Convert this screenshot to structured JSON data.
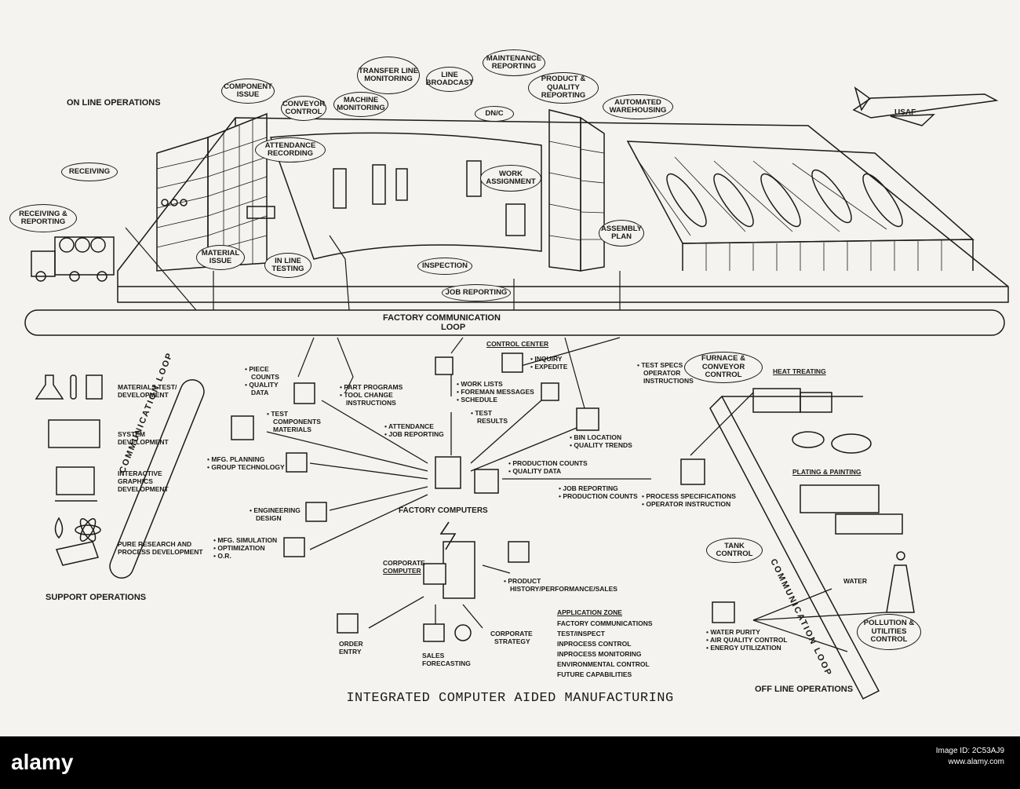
{
  "figure": {
    "title": "INTEGRATED COMPUTER AIDED MANUFACTURING",
    "on_line_operations": "ON LINE OPERATIONS",
    "off_line_operations": "OFF LINE OPERATIONS",
    "support_operations": "SUPPORT OPERATIONS",
    "factory_loop": "FACTORY COMMUNICATION",
    "factory_loop_2": "LOOP",
    "communication_loop_left": "COMMUNICATION LOOP",
    "communication_loop_right": "COMMUNICATION LOOP",
    "aircraft_marking": "USAF"
  },
  "bubbles": {
    "receiving_reporting": "RECEIVING & REPORTING",
    "receiving": "RECEIVING",
    "component_issue": "COMPONENT ISSUE",
    "conveyor_control": "CONVEYOR CONTROL",
    "attendance_recording": "ATTENDANCE RECORDING",
    "machine_monitoring": "MACHINE MONITORING",
    "transfer_line": "TRANSFER LINE MONITORING",
    "line_broadcast": "LINE BROADCAST",
    "dnc": "DN/C",
    "maintenance_reporting": "MAINTENANCE REPORTING",
    "product_quality": "PRODUCT & QUALITY REPORTING",
    "automated_warehousing": "AUTOMATED WAREHOUSING",
    "work_assignment": "WORK ASSIGNMENT",
    "material_issue": "MATERIAL ISSUE",
    "in_line_testing": "IN LINE TESTING",
    "inspection": "INSPECTION",
    "job_reporting": "JOB REPORTING",
    "assembly_plan": "ASSEMBLY PLAN",
    "furnace_conveyor": "FURNACE & CONVEYOR CONTROL",
    "tank_control": "TANK CONTROL",
    "pollution_control": "POLLUTION & UTILITIES CONTROL"
  },
  "center": {
    "control_center": "CONTROL CENTER",
    "inquiry": "• INQUIRY",
    "expedite": "• EXPEDITE",
    "work_lists": "• WORK LISTS",
    "foreman_messages": "• FOREMAN MESSAGES",
    "schedule": "• SCHEDULE",
    "test_results_1": "• TEST",
    "test_results_2": "RESULTS",
    "piece_counts_1": "• PIECE",
    "piece_counts_2": "COUNTS",
    "quality_data_1": "• QUALITY",
    "quality_data_2": "DATA",
    "part_programs": "• PART PROGRAMS",
    "tool_change_1": "• TOOL CHANGE",
    "tool_change_2": "INSTRUCTIONS",
    "test_components_1": "• TEST",
    "test_components_2": "COMPONENTS",
    "test_components_3": "MATERIALS",
    "attendance": "• ATTENDANCE",
    "job_reporting": "• JOB REPORTING",
    "test_specs_1": "• TEST SPECS",
    "test_specs_2": "OPERATOR",
    "test_specs_3": "INSTRUCTIONS",
    "bin_location": "• BIN LOCATION",
    "quality_trends": "• QUALITY TRENDS",
    "mfg_planning": "• MFG. PLANNING",
    "group_technology": "• GROUP TECHNOLOGY",
    "production_counts": "• PRODUCTION COUNTS",
    "quality_data": "• QUALITY DATA",
    "job_reporting_2": "• JOB REPORTING",
    "production_counts_2": "• PRODUCTION COUNTS",
    "engineering_design_1": "• ENGINEERING",
    "engineering_design_2": "DESIGN",
    "factory_computers": "FACTORY COMPUTERS",
    "mfg_simulation": "• MFG. SIMULATION",
    "optimization": "• OPTIMIZATION",
    "or": "• O.R.",
    "process_specifications": "• PROCESS SPECIFICATIONS",
    "operator_instruction": "• OPERATOR INSTRUCTION",
    "corporate_computer_1": "CORPORATE",
    "corporate_computer_2": "COMPUTER",
    "product_history_1": "• PRODUCT",
    "product_history_2": "HISTORY/PERFORMANCE/SALES",
    "order_entry_1": "ORDER",
    "order_entry_2": "ENTRY",
    "sales_forecasting_1": "SALES",
    "sales_forecasting_2": "FORECASTING",
    "corporate_strategy_1": "CORPORATE",
    "corporate_strategy_2": "STRATEGY"
  },
  "application_zone": {
    "heading": "APPLICATION ZONE",
    "items": [
      "FACTORY COMMUNICATIONS",
      "TEST/INSPECT",
      "INPROCESS CONTROL",
      "INPROCESS MONITORING",
      "ENVIRONMENTAL CONTROL",
      "FUTURE CAPABILITIES"
    ]
  },
  "support": {
    "materials_1": "MATERIALS TEST/",
    "materials_2": "DEVELOPMENT",
    "system_1": "SYSTEM",
    "system_2": "DEVELOPMENT",
    "graphics_1": "INTERACTIVE",
    "graphics_2": "GRAPHICS",
    "graphics_3": "DEVELOPMENT",
    "research_1": "PURE RESEARCH AND",
    "research_2": "PROCESS DEVELOPMENT"
  },
  "off_line": {
    "heat_treating": "HEAT TREATING",
    "plating_painting": "PLATING & PAINTING",
    "water": "WATER",
    "water_purity": "• WATER PURITY",
    "air_quality": "• AIR QUALITY CONTROL",
    "energy": "• ENERGY UTILIZATION"
  },
  "watermark": {
    "logo": "alamy",
    "image_id_label": "Image ID: 2C53AJ9",
    "site": "www.alamy.com",
    "id": "2C53AJ9"
  },
  "colors": {
    "ink": "#1a1a1a",
    "paper": "#f4f3ef"
  }
}
